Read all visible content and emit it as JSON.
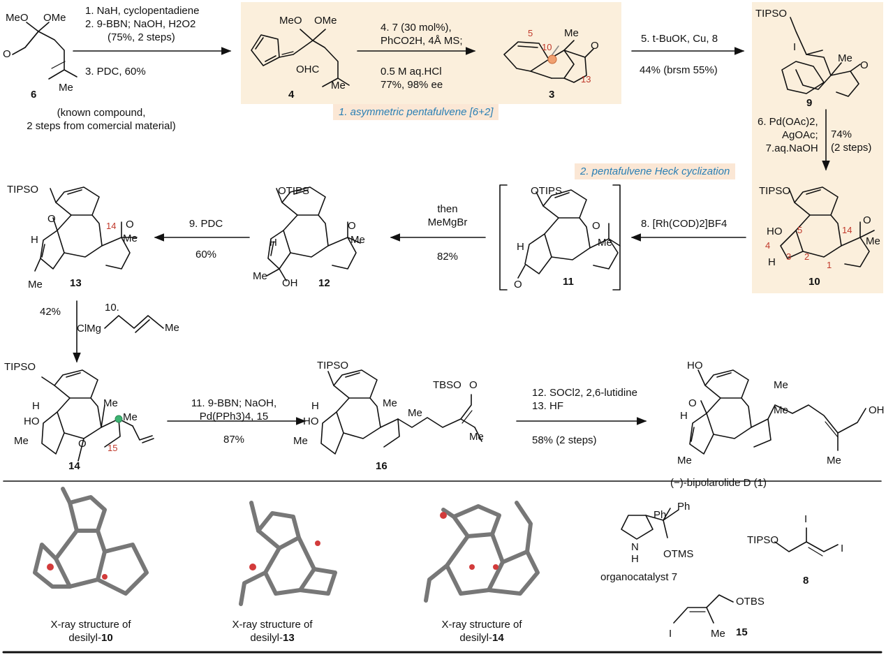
{
  "highlight_boxes": [
    "box-4-3",
    "box-9-10"
  ],
  "banners": {
    "b1": "1. asymmetric pentafulvene [6+2]",
    "b2": "2. pentafulvene Heck cyclization"
  },
  "compounds": {
    "c6": "6",
    "c4": "4",
    "c3": "3",
    "c9": "9",
    "c10": "10",
    "c11": "11",
    "c12": "12",
    "c13": "13",
    "c14": "14",
    "c16": "16",
    "c1": "(−)-bipolarolide D (1)",
    "c8": "8",
    "c15": "15"
  },
  "notes": {
    "known1": "(known compound,",
    "known2": "2 steps from comercial material)"
  },
  "steps": {
    "s1": [
      "1. NaH, cyclopentadiene",
      "2. 9-BBN; NaOH, H2O2",
      "(75%, 2 steps)",
      "3. PDC, 60%"
    ],
    "s4": [
      "4. 7 (30 mol%),",
      "PhCO2H, 4Å MS;",
      "0.5 M aq.HCl",
      "77%, 98% ee"
    ],
    "s5": [
      "5. t-BuOK, Cu, 8",
      "44% (brsm 55%)"
    ],
    "s6": [
      "6. Pd(OAc)2,",
      "AgOAc;",
      "7.aq.NaOH",
      "74%",
      "(2 steps)"
    ],
    "s8": [
      "8. [Rh(COD)2]BF4"
    ],
    "s_then": [
      "then",
      "MeMgBr",
      "82%"
    ],
    "s9": [
      "9. PDC",
      "60%"
    ],
    "s10": [
      "10.",
      "42%"
    ],
    "s11": [
      "11. 9-BBN; NaOH,",
      "Pd(PPh3)4, 15",
      "87%"
    ],
    "s12": [
      "12. SOCl2, 2,6-lutidine",
      "13. HF",
      "58% (2 steps)"
    ]
  },
  "atoms": {
    "meo": "MeO",
    "ome": "OMe",
    "o": "O",
    "me": "Me",
    "ohc": "OHC",
    "h": "H",
    "ho": "HO",
    "oh": "OH",
    "tipso": "TIPSO",
    "otips": "OTIPS",
    "tbso": "TBSO",
    "otbs": "OTBS",
    "clmg": "ClMg",
    "i": "I",
    "ph": "Ph",
    "nh": "N",
    "otms": "OTMS"
  },
  "numbers": {
    "n5": "5",
    "n10": "10",
    "n13": "13",
    "n14": "14",
    "n4": "4",
    "n3": "3",
    "n2": "2",
    "n1": "1",
    "n15": "15"
  },
  "xray": {
    "a1": "X-ray structure of",
    "a2": "desilyl-",
    "a3": "10",
    "b1": "X-ray structure of",
    "b2": "desilyl-",
    "b3": "13",
    "c1": "X-ray structure of",
    "c2": "desilyl-",
    "c3": "14"
  },
  "catalyst_label": "organocatalyst 7",
  "colors": {
    "highlight": "#fbefdc",
    "banner_bg": "#fbe7d5",
    "banner_text": "#2a7fb4",
    "number_red": "#c0392b",
    "orange_atom": "#f0a070",
    "green_atom": "#3cb371"
  }
}
